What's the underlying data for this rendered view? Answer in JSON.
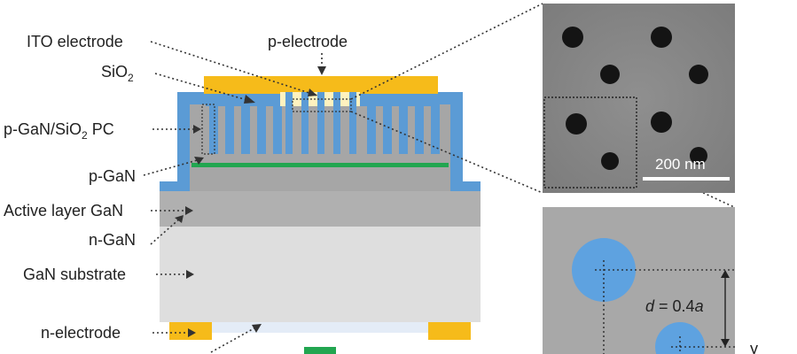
{
  "labels": {
    "ito": "ITO electrode",
    "p_electrode": "p-electrode",
    "sio2_main": "SiO",
    "sio2_sub": "2",
    "pgan_pc_a": "p-GaN/SiO",
    "pgan_pc_sub": "2",
    "pgan_pc_b": " PC",
    "pgan": "p-GaN",
    "active": "Active layer GaN",
    "ngan": "n-GaN",
    "substrate": "GaN substrate",
    "n_electrode": "n-electrode"
  },
  "sem": {
    "scale_label": "200 nm"
  },
  "schematic": {
    "d_var": "d",
    "d_eq": " = 0.4",
    "d_a": "a",
    "corner_label": "y"
  },
  "colors": {
    "gold": "#f6bb1a",
    "blue": "#5b9bd5",
    "green": "#22a650",
    "active_gray": "#a6a6a6",
    "ngan_gray": "#b0b0b0",
    "substrate_gray": "#dedede",
    "sem_bg": "#8a8a8a",
    "schematic_bg": "#a8a8a8",
    "hole_blue": "#5ea2e0",
    "text": "#222222"
  }
}
